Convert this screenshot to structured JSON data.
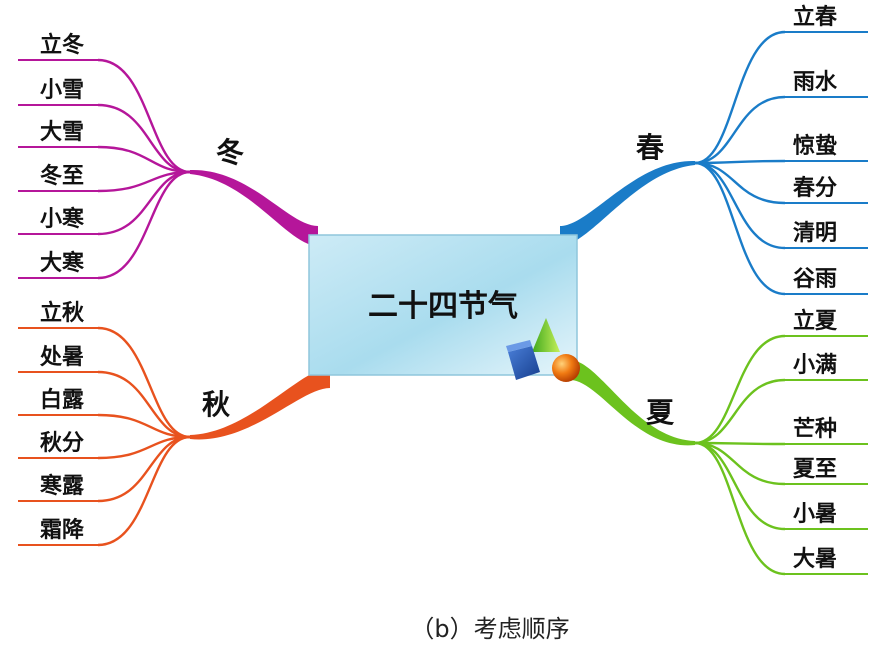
{
  "center": {
    "title": "二十四节气"
  },
  "caption": "（b）考虑顺序",
  "seasons": [
    {
      "key": "winter",
      "name": "冬",
      "color": "#b5169a",
      "terms": [
        "立冬",
        "小雪",
        "大雪",
        "冬至",
        "小寒",
        "大寒"
      ]
    },
    {
      "key": "autumn",
      "name": "秋",
      "color": "#e8521e",
      "terms": [
        "立秋",
        "处暑",
        "白露",
        "秋分",
        "寒露",
        "霜降"
      ]
    },
    {
      "key": "spring",
      "name": "春",
      "color": "#1a7cc8",
      "terms": [
        "立春",
        "雨水",
        "惊蛰",
        "春分",
        "清明",
        "谷雨"
      ]
    },
    {
      "key": "summer",
      "name": "夏",
      "color": "#6cc21e",
      "terms": [
        "立夏",
        "小满",
        "芒种",
        "夏至",
        "小暑",
        "大暑"
      ]
    }
  ]
}
